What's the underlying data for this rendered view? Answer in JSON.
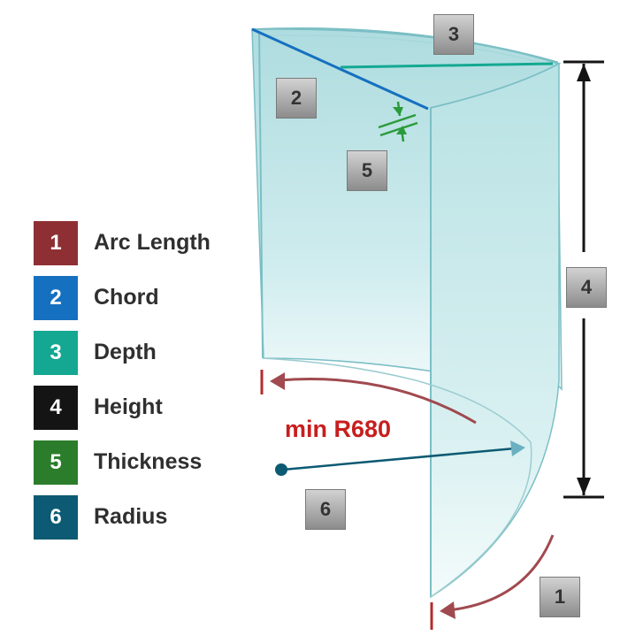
{
  "legend": {
    "items": [
      {
        "number": "1",
        "label": "Arc Length",
        "color": "#8e2f34"
      },
      {
        "number": "2",
        "label": "Chord",
        "color": "#1670c0"
      },
      {
        "number": "3",
        "label": "Depth",
        "color": "#14a892"
      },
      {
        "number": "4",
        "label": "Height",
        "color": "#141414"
      },
      {
        "number": "5",
        "label": "Thickness",
        "color": "#2b7d2b"
      },
      {
        "number": "6",
        "label": "Radius",
        "color": "#0c5a73"
      }
    ]
  },
  "markers": {
    "arc_length": "1",
    "chord": "2",
    "depth": "3",
    "height": "4",
    "thickness": "5",
    "radius": "6"
  },
  "annotation": {
    "min_radius": "min R680"
  },
  "colors": {
    "glass_fill": "#bfe4e6",
    "glass_edge": "#7bbfc5",
    "arc_arrow": "#a04a4f"
  }
}
